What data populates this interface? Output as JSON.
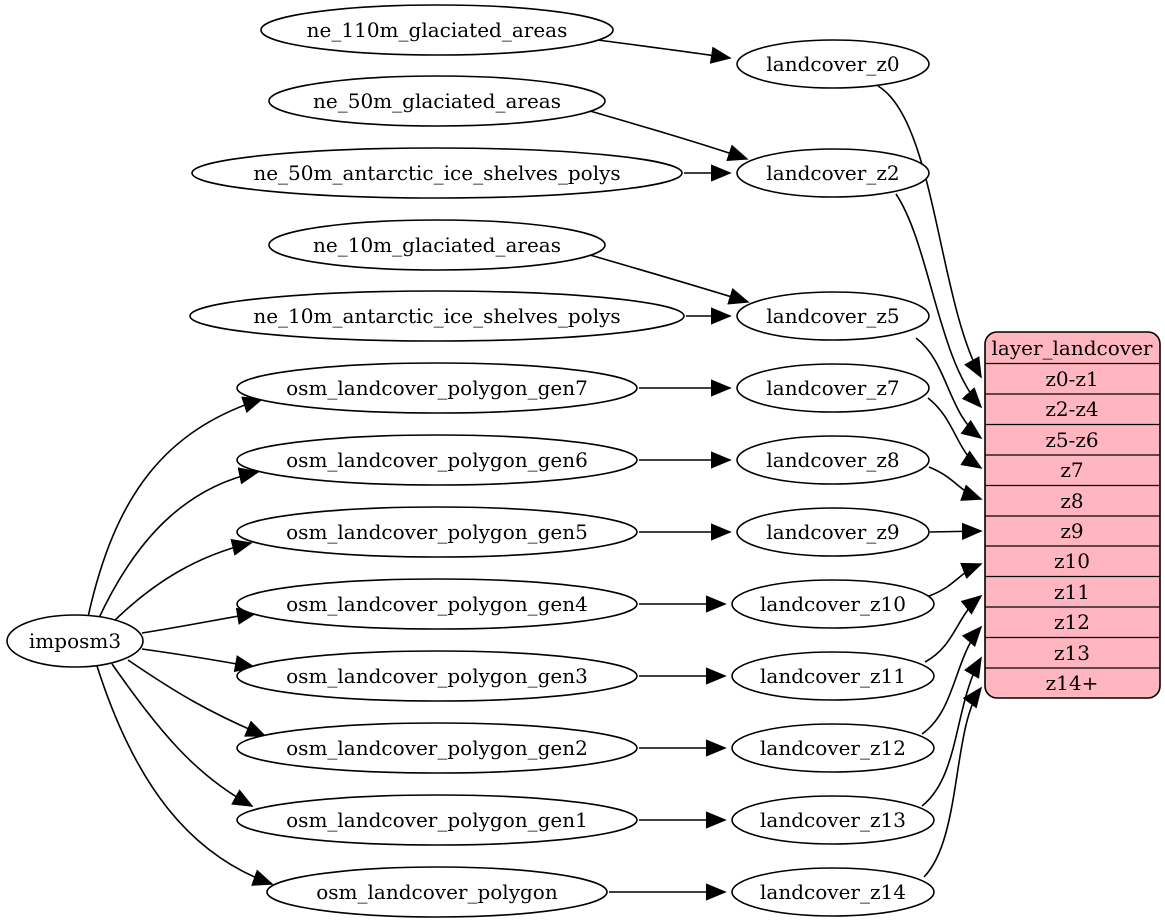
{
  "nodes": {
    "imposm3": "imposm3",
    "ne_110m_glaciated_areas": "ne_110m_glaciated_areas",
    "ne_50m_glaciated_areas": "ne_50m_glaciated_areas",
    "ne_50m_antarctic_ice_shelves_polys": "ne_50m_antarctic_ice_shelves_polys",
    "ne_10m_glaciated_areas": "ne_10m_glaciated_areas",
    "ne_10m_antarctic_ice_shelves_polys": "ne_10m_antarctic_ice_shelves_polys",
    "osm_landcover_polygon_gen7": "osm_landcover_polygon_gen7",
    "osm_landcover_polygon_gen6": "osm_landcover_polygon_gen6",
    "osm_landcover_polygon_gen5": "osm_landcover_polygon_gen5",
    "osm_landcover_polygon_gen4": "osm_landcover_polygon_gen4",
    "osm_landcover_polygon_gen3": "osm_landcover_polygon_gen3",
    "osm_landcover_polygon_gen2": "osm_landcover_polygon_gen2",
    "osm_landcover_polygon_gen1": "osm_landcover_polygon_gen1",
    "osm_landcover_polygon": "osm_landcover_polygon",
    "landcover_z0": "landcover_z0",
    "landcover_z2": "landcover_z2",
    "landcover_z5": "landcover_z5",
    "landcover_z7": "landcover_z7",
    "landcover_z8": "landcover_z8",
    "landcover_z9": "landcover_z9",
    "landcover_z10": "landcover_z10",
    "landcover_z11": "landcover_z11",
    "landcover_z12": "landcover_z12",
    "landcover_z13": "landcover_z13",
    "landcover_z14": "landcover_z14"
  },
  "record": {
    "title": "layer_landcover",
    "rows": [
      "z0-z1",
      "z2-z4",
      "z5-z6",
      "z7",
      "z8",
      "z9",
      "z10",
      "z11",
      "z12",
      "z13",
      "z14+"
    ]
  },
  "edges": [
    {
      "from": "imposm3",
      "to": "osm_landcover_polygon_gen7"
    },
    {
      "from": "imposm3",
      "to": "osm_landcover_polygon_gen6"
    },
    {
      "from": "imposm3",
      "to": "osm_landcover_polygon_gen5"
    },
    {
      "from": "imposm3",
      "to": "osm_landcover_polygon_gen4"
    },
    {
      "from": "imposm3",
      "to": "osm_landcover_polygon_gen3"
    },
    {
      "from": "imposm3",
      "to": "osm_landcover_polygon_gen2"
    },
    {
      "from": "imposm3",
      "to": "osm_landcover_polygon_gen1"
    },
    {
      "from": "imposm3",
      "to": "osm_landcover_polygon"
    },
    {
      "from": "ne_110m_glaciated_areas",
      "to": "landcover_z0"
    },
    {
      "from": "ne_50m_glaciated_areas",
      "to": "landcover_z2"
    },
    {
      "from": "ne_50m_antarctic_ice_shelves_polys",
      "to": "landcover_z2"
    },
    {
      "from": "ne_10m_glaciated_areas",
      "to": "landcover_z5"
    },
    {
      "from": "ne_10m_antarctic_ice_shelves_polys",
      "to": "landcover_z5"
    },
    {
      "from": "osm_landcover_polygon_gen7",
      "to": "landcover_z7"
    },
    {
      "from": "osm_landcover_polygon_gen6",
      "to": "landcover_z8"
    },
    {
      "from": "osm_landcover_polygon_gen5",
      "to": "landcover_z9"
    },
    {
      "from": "osm_landcover_polygon_gen4",
      "to": "landcover_z10"
    },
    {
      "from": "osm_landcover_polygon_gen3",
      "to": "landcover_z11"
    },
    {
      "from": "osm_landcover_polygon_gen2",
      "to": "landcover_z12"
    },
    {
      "from": "osm_landcover_polygon_gen1",
      "to": "landcover_z13"
    },
    {
      "from": "osm_landcover_polygon",
      "to": "landcover_z14"
    },
    {
      "from": "landcover_z0",
      "to": "layer_landcover:z0-z1"
    },
    {
      "from": "landcover_z2",
      "to": "layer_landcover:z2-z4"
    },
    {
      "from": "landcover_z5",
      "to": "layer_landcover:z5-z6"
    },
    {
      "from": "landcover_z7",
      "to": "layer_landcover:z7"
    },
    {
      "from": "landcover_z8",
      "to": "layer_landcover:z8"
    },
    {
      "from": "landcover_z9",
      "to": "layer_landcover:z9"
    },
    {
      "from": "landcover_z10",
      "to": "layer_landcover:z10"
    },
    {
      "from": "landcover_z11",
      "to": "layer_landcover:z11"
    },
    {
      "from": "landcover_z12",
      "to": "layer_landcover:z12"
    },
    {
      "from": "landcover_z13",
      "to": "layer_landcover:z13"
    },
    {
      "from": "landcover_z14",
      "to": "layer_landcover:z14+"
    }
  ],
  "colors": {
    "record_fill": "#ffb6c1",
    "node_fill": "#ffffff",
    "stroke": "#000000",
    "background": "#ffffff"
  }
}
